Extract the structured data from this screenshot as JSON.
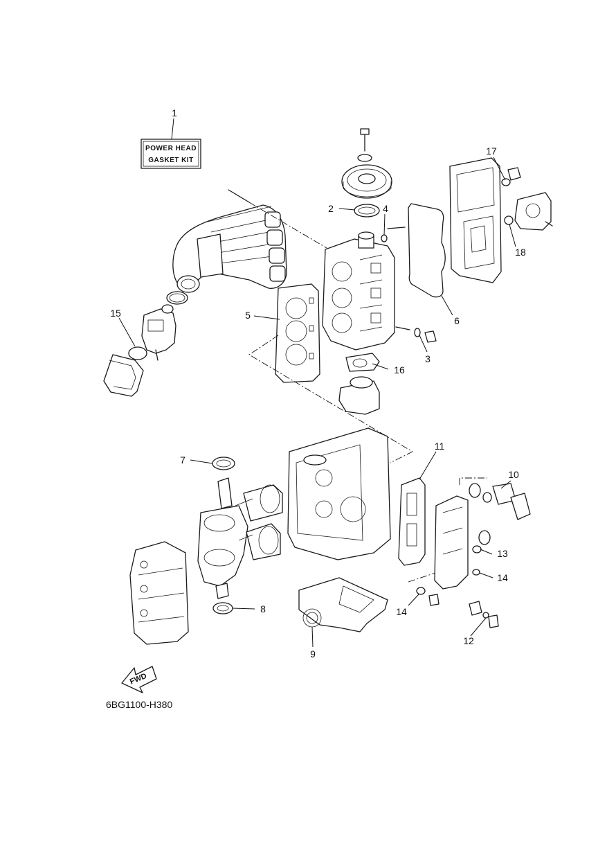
{
  "kit_label": {
    "line1": "POWER HEAD",
    "line2": "GASKET KIT"
  },
  "callouts": [
    "1",
    "2",
    "3",
    "4",
    "5",
    "6",
    "7",
    "8",
    "9",
    "10",
    "11",
    "12",
    "13",
    "14",
    "14",
    "15",
    "16",
    "17",
    "18"
  ],
  "fwd_label": "FWD",
  "diagram_code": "6BG1100-H380"
}
